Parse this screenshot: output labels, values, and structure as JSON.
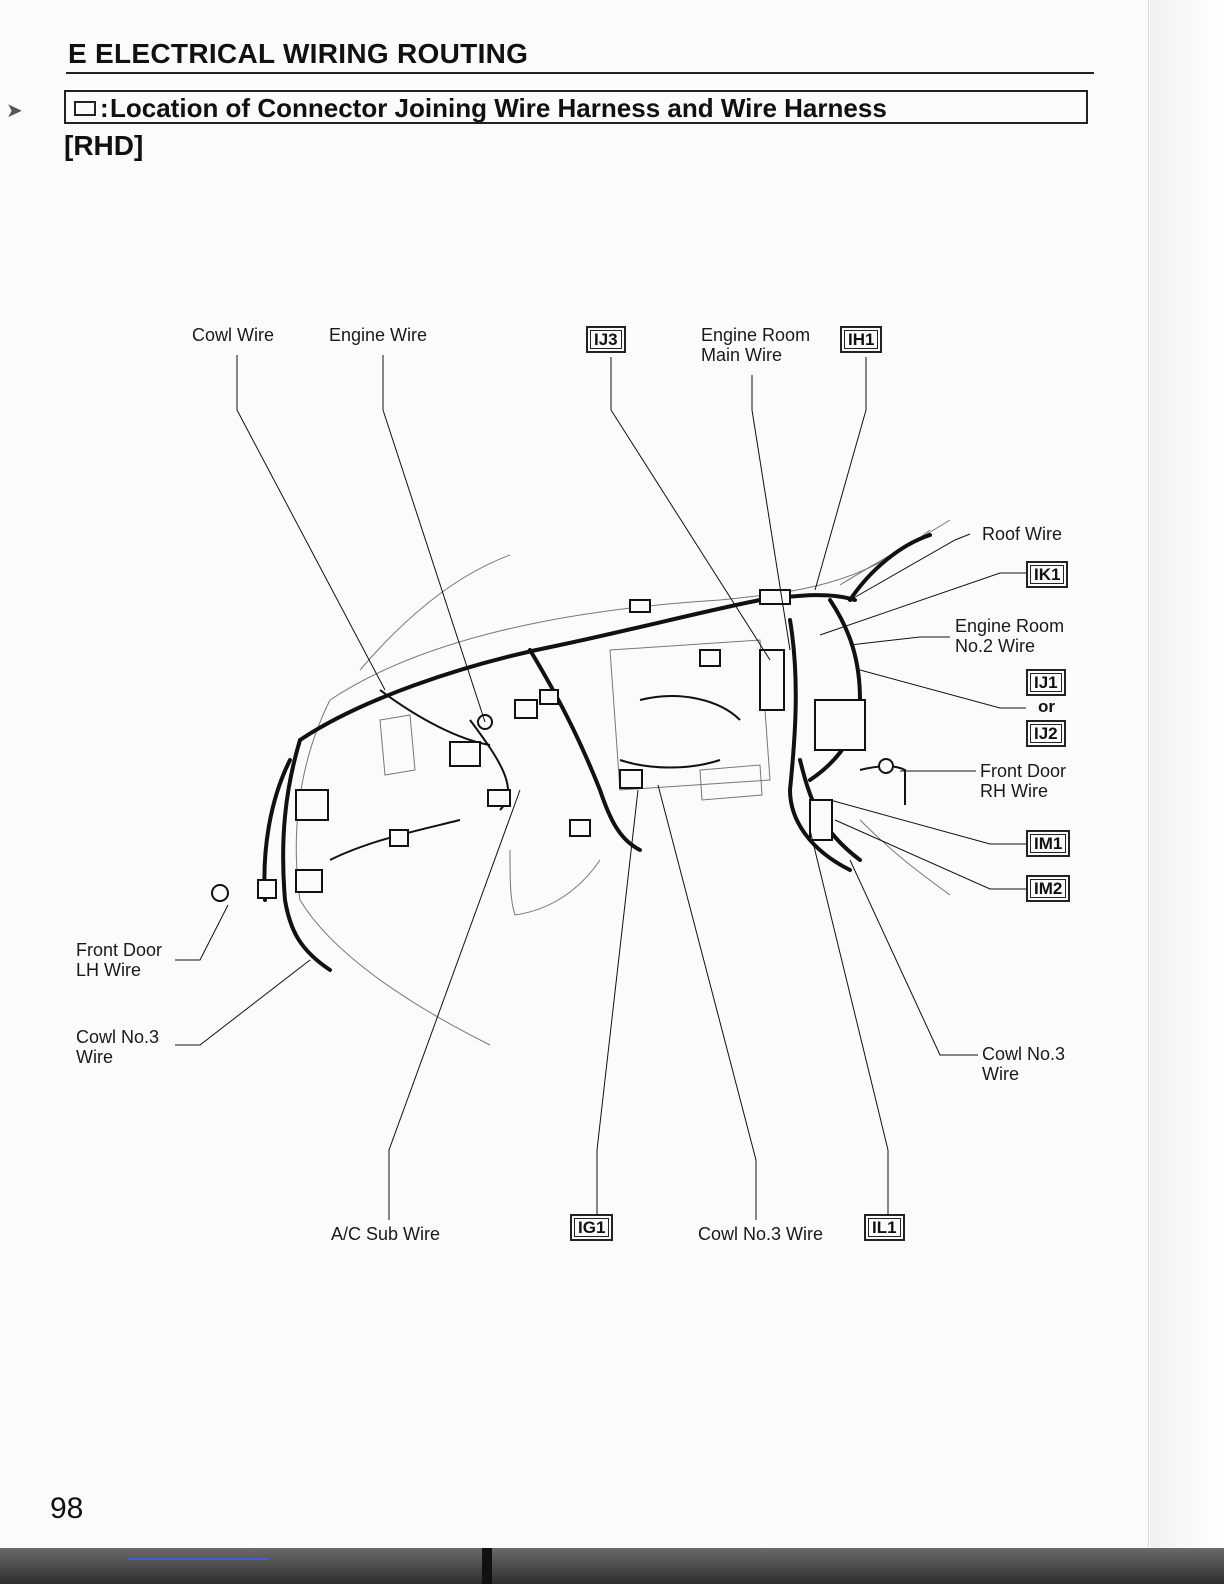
{
  "header": {
    "section_title": "E  ELECTRICAL WIRING ROUTING",
    "legend_text": "Location of Connector Joining Wire Harness and Wire Harness",
    "legend_colon": ":",
    "variant": "[RHD]"
  },
  "labels": {
    "cowl_wire": "Cowl Wire",
    "engine_wire": "Engine Wire",
    "engine_room_main_wire_1": "Engine Room",
    "engine_room_main_wire_2": "Main Wire",
    "roof_wire": "Roof Wire",
    "engine_room_no2_wire_1": "Engine Room",
    "engine_room_no2_wire_2": "No.2 Wire",
    "front_door_rh_wire_1": "Front Door",
    "front_door_rh_wire_2": "RH Wire",
    "cowl_no3_wire_right_1": "Cowl No.3",
    "cowl_no3_wire_right_2": "Wire",
    "front_door_lh_wire_1": "Front Door",
    "front_door_lh_wire_2": "LH Wire",
    "cowl_no3_wire_left_1": "Cowl No.3",
    "cowl_no3_wire_left_2": "Wire",
    "ac_sub_wire": "A/C Sub Wire",
    "cowl_no3_wire_bottom": "Cowl No.3 Wire",
    "or": "or"
  },
  "connectors": {
    "ij3": "IJ3",
    "ih1": "IH1",
    "ik1": "IK1",
    "ij1": "IJ1",
    "ij2": "IJ2",
    "im1": "IM1",
    "im2": "IM2",
    "ig1": "IG1",
    "il1": "IL1"
  },
  "page_number": "98"
}
